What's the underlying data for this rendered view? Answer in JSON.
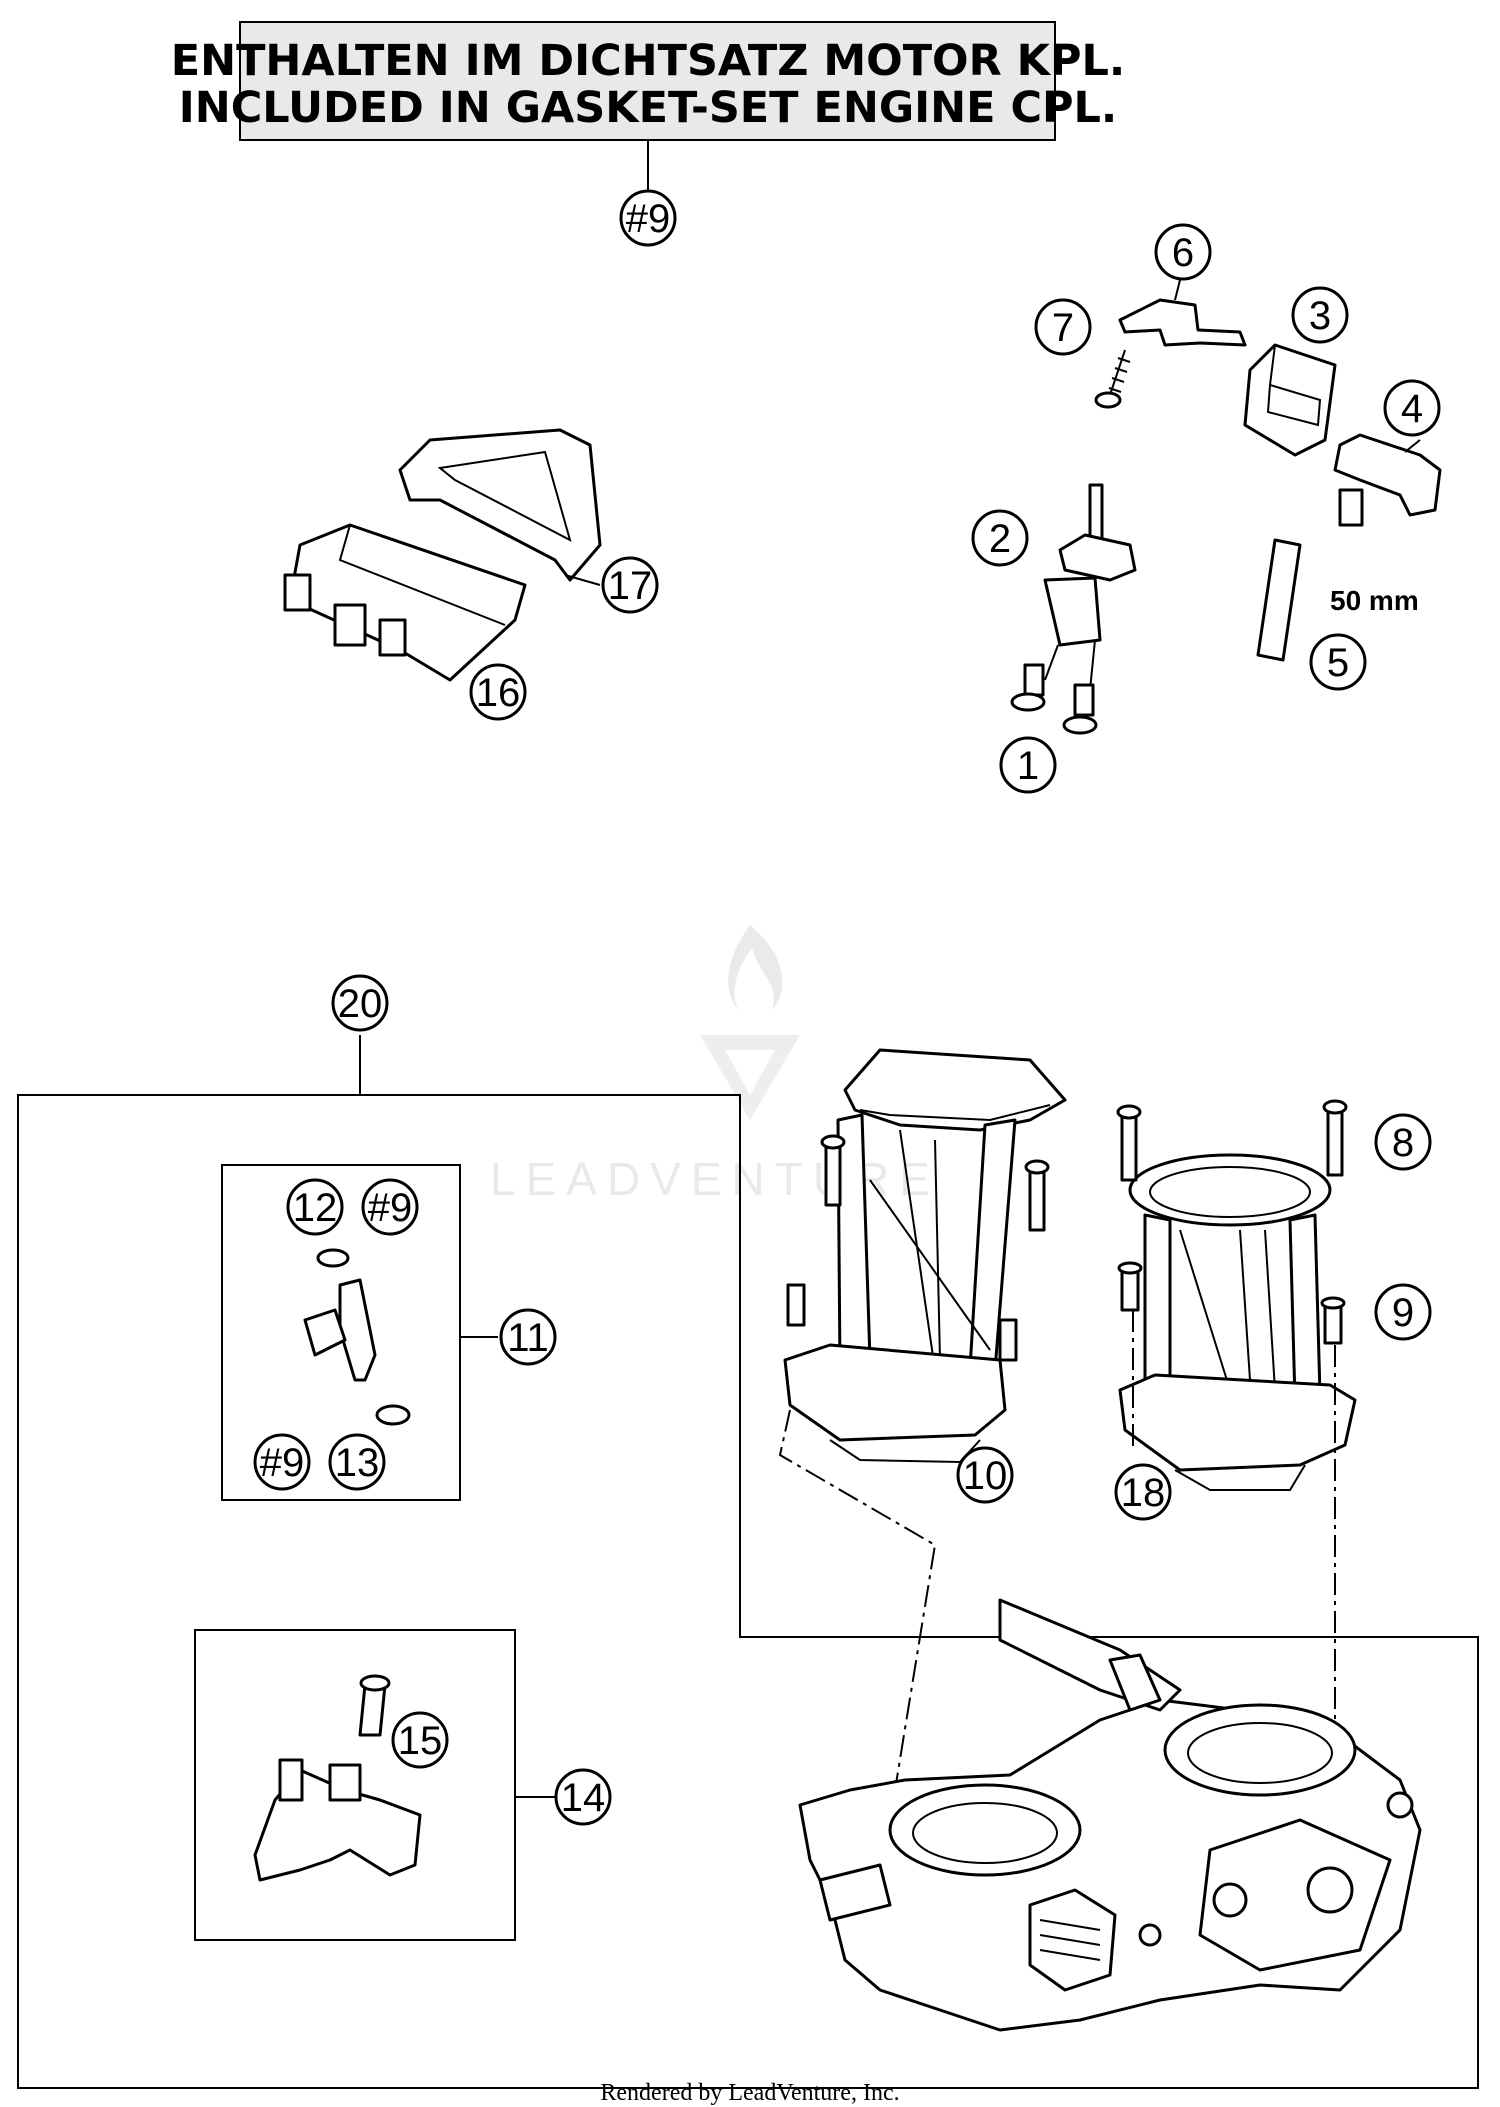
{
  "header": {
    "line1": "ENTHALTEN IM DICHTSATZ MOTOR KPL.",
    "line2": "INCLUDED IN GASKET-SET ENGINE CPL."
  },
  "callouts": {
    "c_header_9": "#9",
    "c1": "1",
    "c2": "2",
    "c3": "3",
    "c4": "4",
    "c5": "5",
    "c6": "6",
    "c7": "7",
    "c8": "8",
    "c9": "9",
    "c10": "10",
    "c11": "11",
    "c12": "12",
    "c12_9": "#9",
    "c13": "13",
    "c13_9": "#9",
    "c14": "14",
    "c15": "15",
    "c16": "16",
    "c17": "17",
    "c18": "18",
    "c20": "20"
  },
  "dimension_label": "50 mm",
  "watermark": "LEADVENTURE",
  "footer": "Rendered by LeadVenture, Inc."
}
